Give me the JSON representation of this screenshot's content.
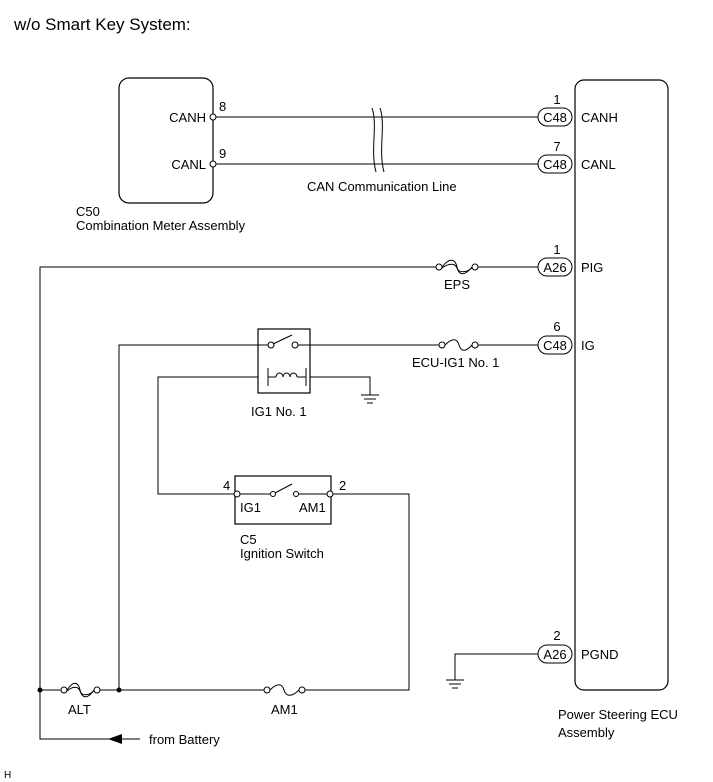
{
  "header": {
    "title": "w/o Smart Key System:"
  },
  "combination_meter": {
    "code": "C50",
    "name": "Combination Meter Assembly",
    "pins": [
      {
        "label": "CANH",
        "number": "8"
      },
      {
        "label": "CANL",
        "number": "9"
      }
    ]
  },
  "can_line_label": "CAN Communication Line",
  "ecu": {
    "name_line1": "Power Steering ECU",
    "name_line2": "Assembly",
    "pins": [
      {
        "connector": "C48",
        "number": "1",
        "label": "CANH"
      },
      {
        "connector": "C48",
        "number": "7",
        "label": "CANL"
      },
      {
        "connector": "A26",
        "number": "1",
        "label": "PIG"
      },
      {
        "connector": "C48",
        "number": "6",
        "label": "IG"
      },
      {
        "connector": "A26",
        "number": "2",
        "label": "PGND"
      }
    ]
  },
  "fuses": {
    "eps": "EPS",
    "ecu_ig1": "ECU-IG1 No. 1",
    "alt": "ALT",
    "am1": "AM1"
  },
  "relay": {
    "label": "IG1 No. 1"
  },
  "ignition_switch": {
    "code": "C5",
    "name": "Ignition Switch",
    "pin_left": "4",
    "pin_right": "2",
    "terminal_left": "IG1",
    "terminal_right": "AM1"
  },
  "battery_label": "from Battery",
  "footer_mark": "H"
}
